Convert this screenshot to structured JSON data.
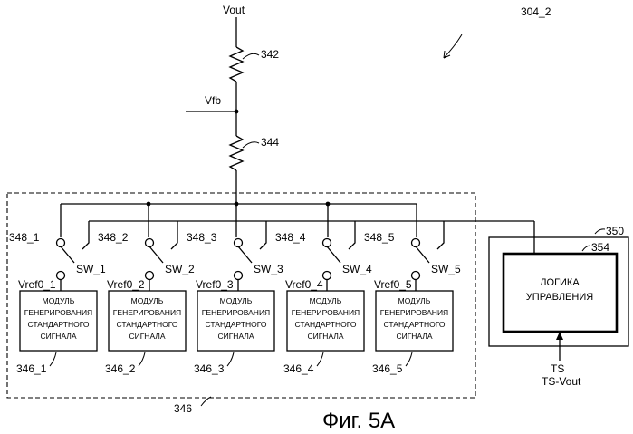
{
  "labels": {
    "vout": "Vout",
    "vfb": "Vfb",
    "ref_main": "304_2",
    "r1": "342",
    "r2": "344",
    "group": "346",
    "ctrl_outer": "350",
    "ctrl_inner": "354",
    "ts": "TS",
    "ts_vout": "TS-Vout"
  },
  "control_block": {
    "line1": "ЛОГИКА",
    "line2": "УПРАВЛЕНИЯ"
  },
  "modules": [
    {
      "switch": "348_1",
      "sw": "SW_1",
      "vref": "Vref0_1",
      "id": "346_1",
      "line1": "МОДУЛЬ",
      "line2": "ГЕНЕРИРОВАНИЯ",
      "line3": "СТАНДАРТНОГО",
      "line4": "СИГНАЛА"
    },
    {
      "switch": "348_2",
      "sw": "SW_2",
      "vref": "Vref0_2",
      "id": "346_2",
      "line1": "МОДУЛЬ",
      "line2": "ГЕНЕРИРОВАНИЯ",
      "line3": "СТАНДАРТНОГО",
      "line4": "СИГНАЛА"
    },
    {
      "switch": "348_3",
      "sw": "SW_3",
      "vref": "Vref0_3",
      "id": "346_3",
      "line1": "МОДУЛЬ",
      "line2": "ГЕНЕРИРОВАНИЯ",
      "line3": "СТАНДАРТНОГО",
      "line4": "СИГНАЛА"
    },
    {
      "switch": "348_4",
      "sw": "SW_4",
      "vref": "Vref0_4",
      "id": "346_4",
      "line1": "МОДУЛЬ",
      "line2": "ГЕНЕРИРОВАНИЯ",
      "line3": "СТАНДАРТНОГО",
      "line4": "СИГНАЛА"
    },
    {
      "switch": "348_5",
      "sw": "SW_5",
      "vref": "Vref0_5",
      "id": "346_5",
      "line1": "МОДУЛЬ",
      "line2": "ГЕНЕРИРОВАНИЯ",
      "line3": "СТАНДАРТНОГО",
      "line4": "СИГНАЛА"
    }
  ],
  "caption": "Фиг. 5A"
}
